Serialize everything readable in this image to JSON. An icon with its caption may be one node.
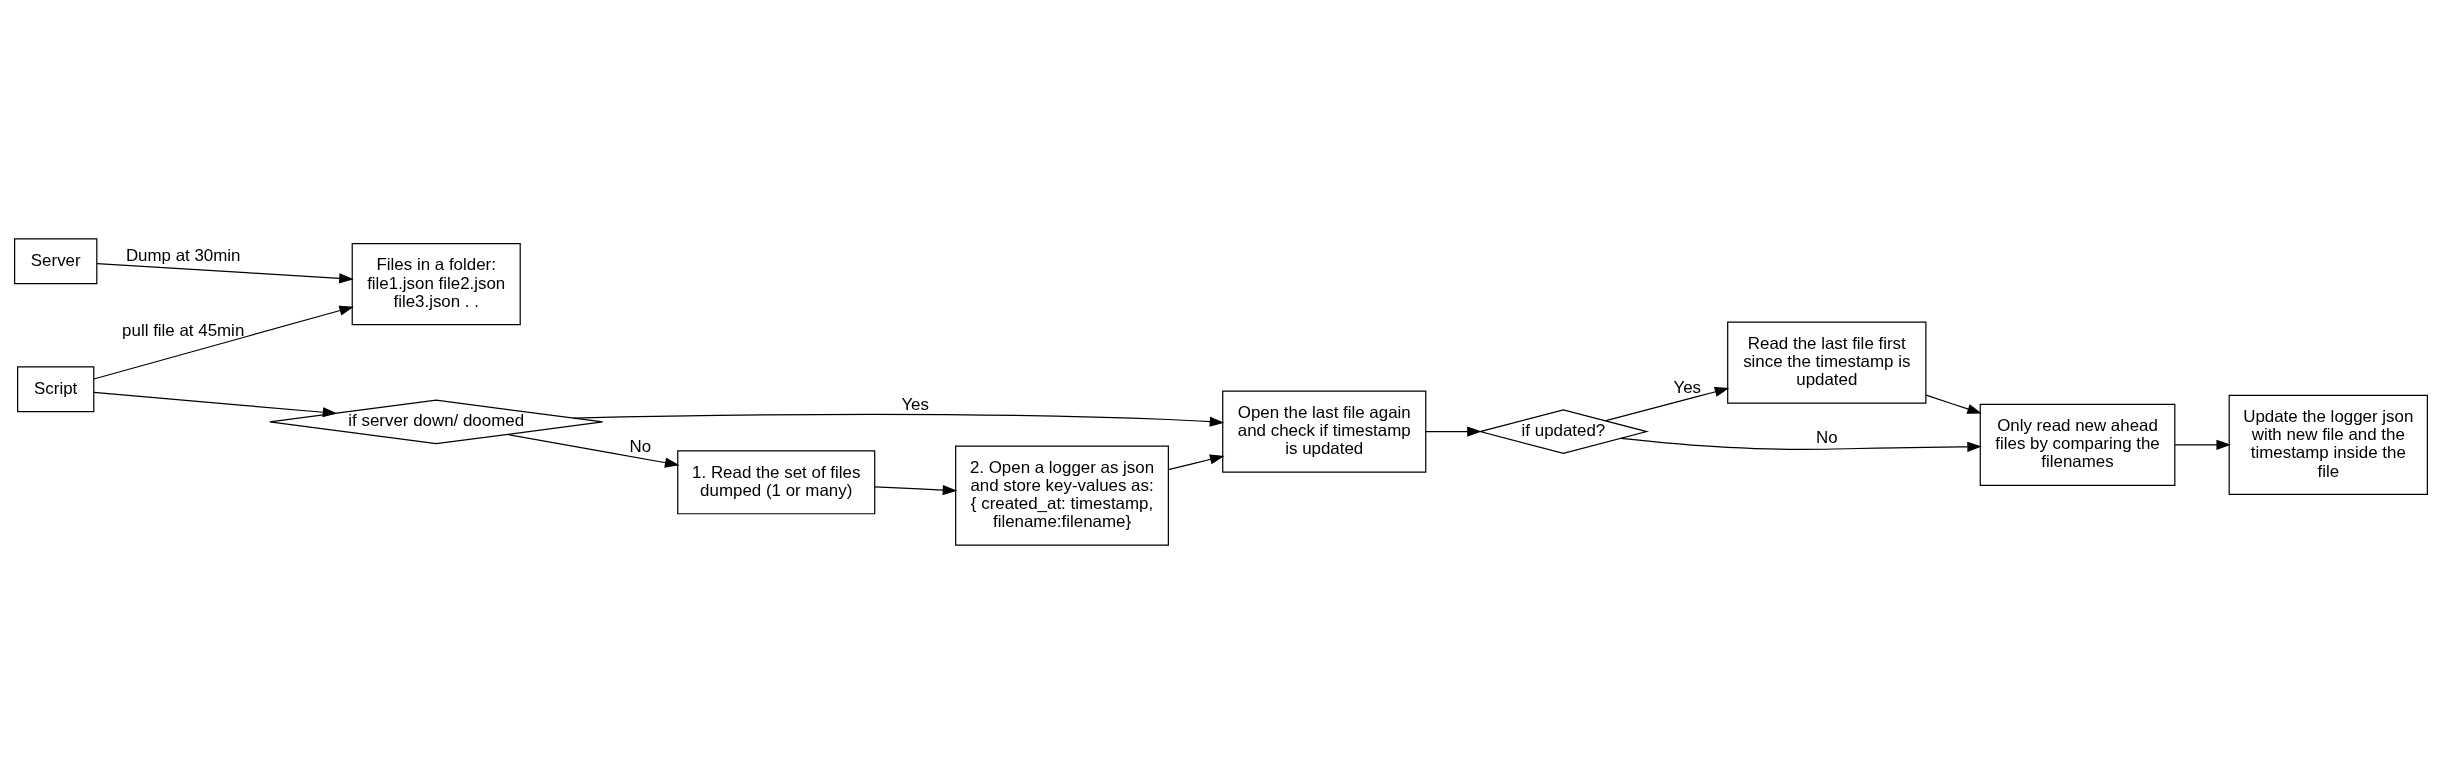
{
  "diagram": {
    "nodes": [
      {
        "text": [
          "Server"
        ]
      },
      {
        "text": [
          "Files in a folder: file1.json file2.json file3.json . ."
        ]
      },
      {
        "text": [
          "Script"
        ]
      },
      {
        "text": [
          "if server down/ doomed"
        ]
      },
      {
        "text": [
          "Open the last file again and check if timestamp is updated"
        ]
      },
      {
        "text": [
          "if updated?"
        ]
      },
      {
        "text": [
          "Read the last file first since the timestamp is updated"
        ]
      },
      {
        "text": [
          "1. Read the set of files dumped (1 or many)"
        ]
      },
      {
        "text": [
          "2. Open a logger as json and store key-values as: { created_at: timestamp, filename:filename}"
        ]
      },
      {
        "text": [
          "Only read new ahead files by comparing the filenames"
        ]
      },
      {
        "text": [
          "Update the logger json with new file and the timestamp inside the file"
        ]
      }
    ],
    "edges": [
      {
        "from": 0,
        "to": 1,
        "arrow": "to",
        "label": "Dump at 30min"
      },
      {
        "from": 2,
        "to": 1,
        "arrow": "to",
        "label": "pull file at 45min"
      },
      {
        "from": 2,
        "to": 3,
        "arrow": "to"
      },
      {
        "from": 3,
        "to": 4,
        "arrow": "to",
        "label": "Yes"
      },
      {
        "from": 3,
        "to": 7,
        "arrow": "to",
        "label": "No"
      },
      {
        "from": 7,
        "to": 8,
        "arrow": "to"
      },
      {
        "from": 8,
        "to": 4,
        "arrow": "to"
      },
      {
        "from": 4,
        "to": 5,
        "arrow": "to"
      },
      {
        "from": 5,
        "to": 6,
        "arrow": "to",
        "label": "Yes"
      },
      {
        "from": 5,
        "to": 9,
        "arrow": "to",
        "label": "No"
      },
      {
        "from": 6,
        "to": 9,
        "arrow": "to"
      },
      {
        "from": 9,
        "to": 10,
        "arrow": "to"
      }
    ]
  }
}
